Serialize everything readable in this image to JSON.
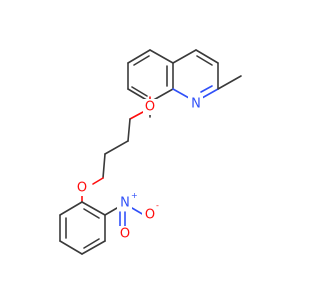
{
  "molecule": {
    "atom_labels": {
      "quinoline_n": "N",
      "ether_o_upper": "O",
      "ether_o_lower": "O",
      "nitro_n": "N",
      "nitro_n_charge": "+",
      "nitro_o_right": "O",
      "nitro_o_right_charge": "-",
      "nitro_o_lower": "O"
    },
    "colors": {
      "bond": "#3a3a3a",
      "nitrogen": "#3050f8",
      "oxygen": "#ff0d0d",
      "background": "#ffffff"
    }
  }
}
